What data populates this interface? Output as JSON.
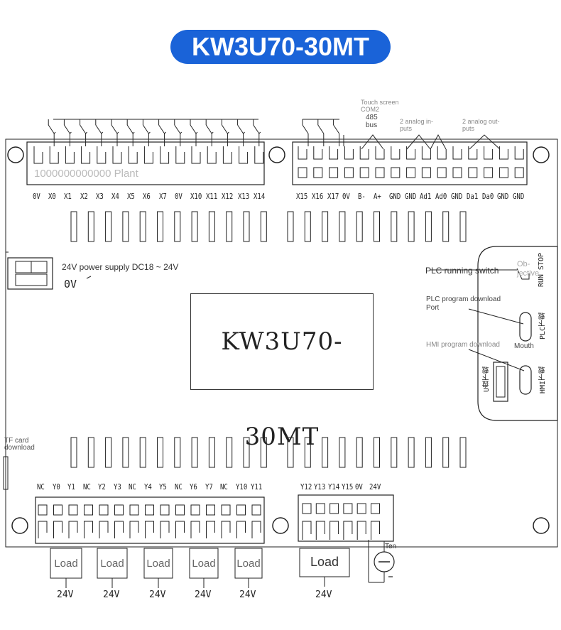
{
  "title": "KW3U70-30MT",
  "model_box": "KW3U70-30MT",
  "top_left_terminals": [
    "0V",
    "X0",
    "X1",
    "X2",
    "X3",
    "X4",
    "X5",
    "X6",
    "X7",
    "0V",
    "X10",
    "X11",
    "X12",
    "X13",
    "X14"
  ],
  "top_left_overlay": "1000000000000 Plant",
  "top_right_terminals": [
    "X15",
    "X16",
    "X17",
    "0V",
    "B-",
    "A+",
    "GND",
    "GND",
    "Ad1",
    "Ad0",
    "GND",
    "Da1",
    "Da0",
    "GND",
    "GND"
  ],
  "annotations": {
    "touch_screen": "Touch screen",
    "com2": "COM2",
    "bus485": "485",
    "bus": "bus",
    "analog_in_1": "2 analog in-",
    "analog_in_2": "puts",
    "analog_out_1": "2 analog out-",
    "analog_out_2": "puts",
    "power_supply": "24V power supply DC18 ~ 24V",
    "power_0v": "0V",
    "plc_running_switch": "PLC running switch",
    "objective_1": "Ob-",
    "objective_2": "jective",
    "run_stop": "RUN STOP",
    "plc_download_1": "PLC program download",
    "plc_download_2": "Port",
    "mouth": "Mouth",
    "plc_port": "PLC下载",
    "hmi_download": "HMI program download",
    "hmi_port": "HMI下载",
    "u_disk": "U盘下载",
    "tf_card_1": "TF card",
    "tf_card_2": "download",
    "ten": "Ten"
  },
  "bottom_left_terminals": [
    "NC",
    "Y0",
    "Y1",
    "NC",
    "Y2",
    "Y3",
    "NC",
    "Y4",
    "Y5",
    "NC",
    "Y6",
    "Y7",
    "NC",
    "Y10",
    "Y11"
  ],
  "bottom_right_terminals": [
    "Y12",
    "Y13",
    "Y14",
    "Y15",
    "0V",
    "24V"
  ],
  "loads": [
    "Load",
    "Load",
    "Load",
    "Load",
    "Load",
    "Load"
  ],
  "load_voltages": [
    "24V",
    "24V",
    "24V",
    "24V",
    "24V",
    "24V"
  ],
  "colors": {
    "title_bg": "#1a63d8",
    "line": "#222222"
  }
}
